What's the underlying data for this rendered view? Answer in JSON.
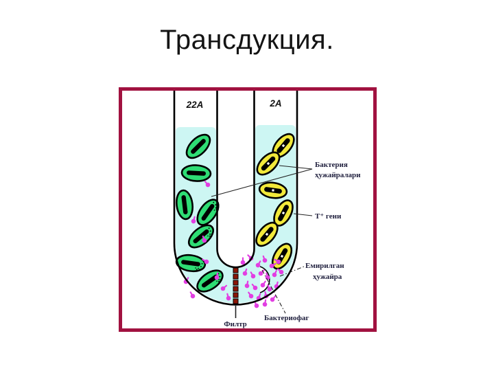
{
  "slide": {
    "title": "Трансдукция."
  },
  "diagram": {
    "frame_color": "#a11240",
    "tube": {
      "left_arm_label": "22A",
      "right_arm_label": "2A",
      "liquid_color": "#cdf6f3"
    },
    "labels": {
      "bacteria_line1": "Бактерия",
      "bacteria_line2": "ҳужайралари",
      "gene": "Т⁺ гени",
      "lysed_line1": "Емирилган",
      "lysed_line2": "ҳужайра",
      "phage": "Бактериофаг",
      "filter": "Филтр"
    },
    "colors": {
      "donor_bacteria_green": "#2edd74",
      "recipient_bacteria_yellow": "#f2e93a",
      "bacteriophage_magenta": "#e23ee2",
      "filter_plug_dark_red": "#8b1606",
      "label_text": "#1f1f3d",
      "tube_outline": "#000000"
    }
  }
}
